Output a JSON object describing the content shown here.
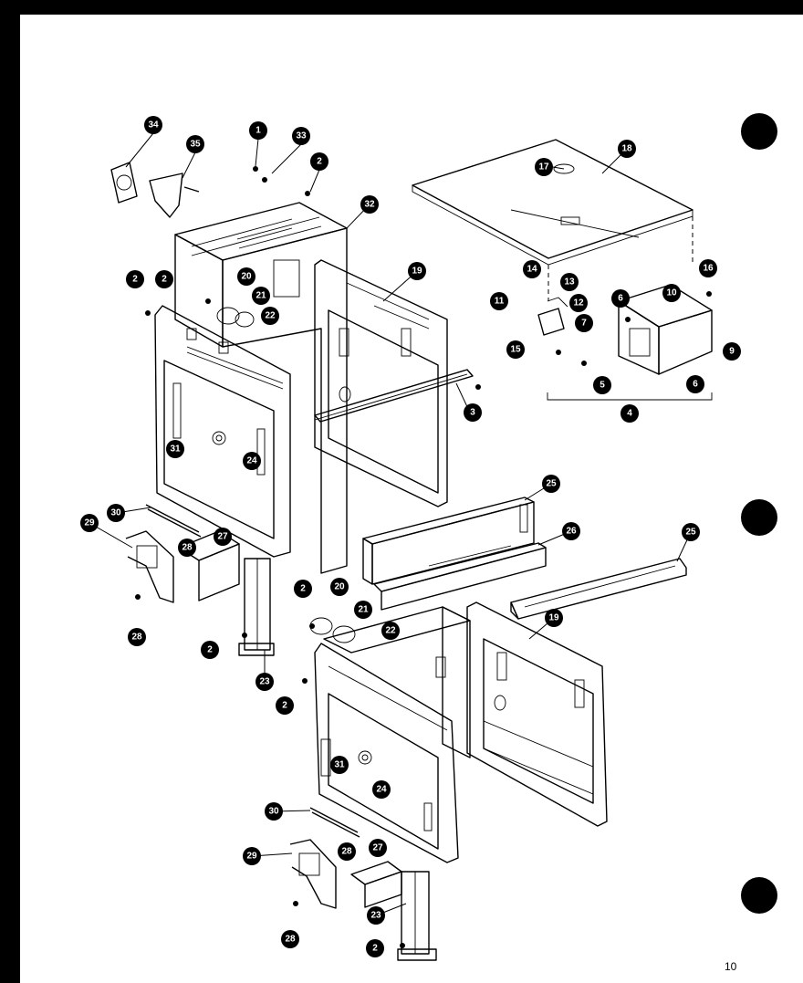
{
  "page": {
    "number": "10"
  },
  "diagram": {
    "callouts": [
      {
        "id": "c1",
        "label": "1"
      },
      {
        "id": "c33",
        "label": "33"
      },
      {
        "id": "c2a",
        "label": "2"
      },
      {
        "id": "c34",
        "label": "34"
      },
      {
        "id": "c35",
        "label": "35"
      },
      {
        "id": "c32",
        "label": "32"
      },
      {
        "id": "c17",
        "label": "17"
      },
      {
        "id": "c18",
        "label": "18"
      },
      {
        "id": "c2b",
        "label": "2"
      },
      {
        "id": "c2c",
        "label": "2"
      },
      {
        "id": "c20a",
        "label": "20"
      },
      {
        "id": "c21a",
        "label": "21"
      },
      {
        "id": "c22a",
        "label": "22"
      },
      {
        "id": "c19a",
        "label": "19"
      },
      {
        "id": "c14",
        "label": "14"
      },
      {
        "id": "c13",
        "label": "13"
      },
      {
        "id": "c12",
        "label": "12"
      },
      {
        "id": "c11",
        "label": "11"
      },
      {
        "id": "c6a",
        "label": "6"
      },
      {
        "id": "c10",
        "label": "10"
      },
      {
        "id": "c16",
        "label": "16"
      },
      {
        "id": "c7",
        "label": "7"
      },
      {
        "id": "c15",
        "label": "15"
      },
      {
        "id": "c9",
        "label": "9"
      },
      {
        "id": "c5",
        "label": "5"
      },
      {
        "id": "c6b",
        "label": "6"
      },
      {
        "id": "c4",
        "label": "4"
      },
      {
        "id": "c3",
        "label": "3"
      },
      {
        "id": "c31a",
        "label": "31"
      },
      {
        "id": "c24a",
        "label": "24"
      },
      {
        "id": "c30a",
        "label": "30"
      },
      {
        "id": "c29a",
        "label": "29"
      },
      {
        "id": "c27a",
        "label": "27"
      },
      {
        "id": "c28a",
        "label": "28"
      },
      {
        "id": "c28b",
        "label": "28"
      },
      {
        "id": "c2d",
        "label": "2"
      },
      {
        "id": "c23a",
        "label": "23"
      },
      {
        "id": "c25a",
        "label": "25"
      },
      {
        "id": "c26",
        "label": "26"
      },
      {
        "id": "c25b",
        "label": "25"
      },
      {
        "id": "c2e",
        "label": "2"
      },
      {
        "id": "c20b",
        "label": "20"
      },
      {
        "id": "c21b",
        "label": "21"
      },
      {
        "id": "c22b",
        "label": "22"
      },
      {
        "id": "c19b",
        "label": "19"
      },
      {
        "id": "c2f",
        "label": "2"
      },
      {
        "id": "c31b",
        "label": "31"
      },
      {
        "id": "c24b",
        "label": "24"
      },
      {
        "id": "c30b",
        "label": "30"
      },
      {
        "id": "c29b",
        "label": "29"
      },
      {
        "id": "c28c",
        "label": "28"
      },
      {
        "id": "c27b",
        "label": "27"
      },
      {
        "id": "c23b",
        "label": "23"
      },
      {
        "id": "c28d",
        "label": "28"
      },
      {
        "id": "c2g",
        "label": "2"
      }
    ]
  }
}
